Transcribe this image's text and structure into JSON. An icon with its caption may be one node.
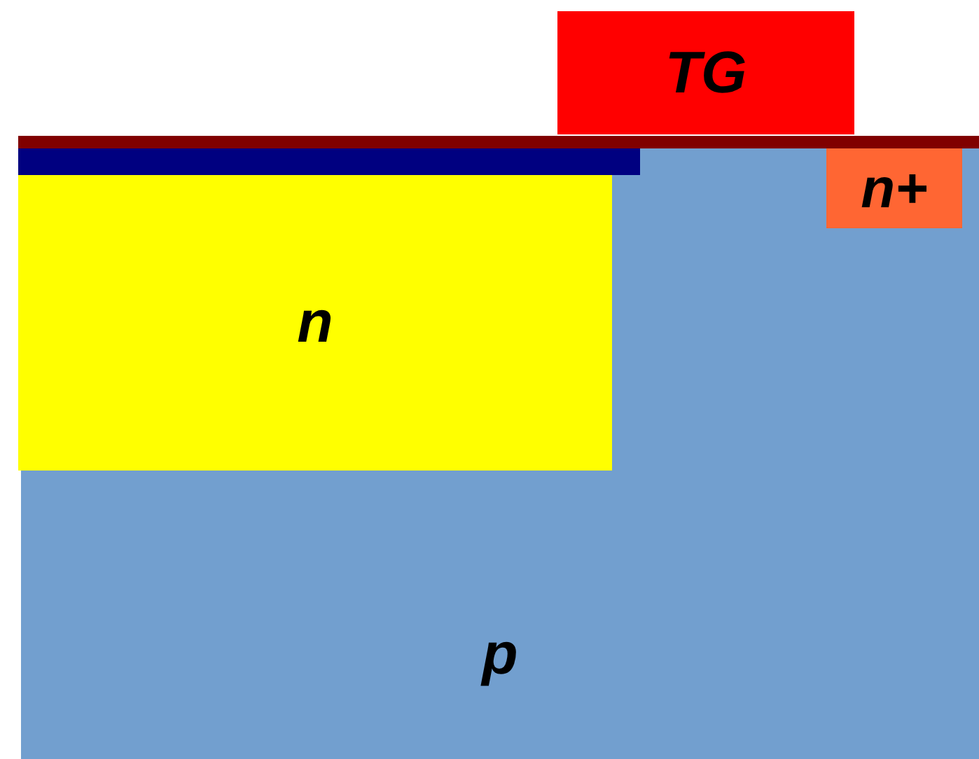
{
  "diagram": {
    "nodes": [
      {
        "text": [
          "TG"
        ]
      },
      {
        "text": [],
        "shape": "bar"
      },
      {
        "text": [
          "p"
        ]
      },
      {
        "text": [],
        "shape": "bar",
        "in": 2
      },
      {
        "text": [
          "n"
        ],
        "in": 2
      },
      {
        "text": [
          "n+"
        ],
        "in": 2
      }
    ]
  }
}
